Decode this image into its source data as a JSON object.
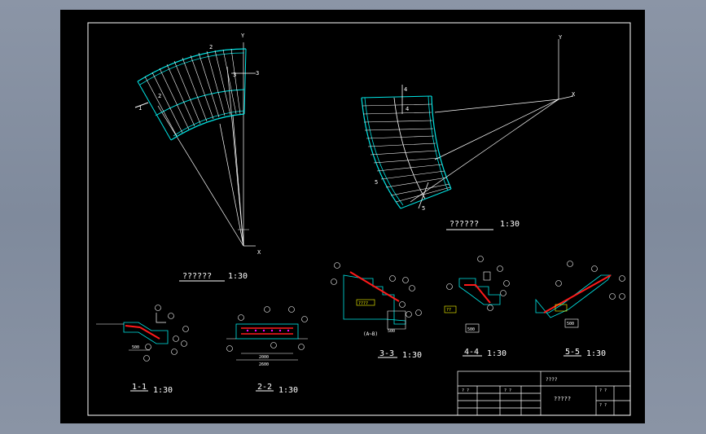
{
  "plan_a": {
    "title": "??????",
    "scale": "1:30",
    "axis_x": "X",
    "axis_y": "Y",
    "marks": [
      "1",
      "2",
      "3",
      "3",
      "2"
    ]
  },
  "plan_b": {
    "title": "??????",
    "scale": "1:30",
    "axis_x": "X",
    "axis_y": "Y",
    "marks": [
      "4",
      "4",
      "5",
      "5"
    ]
  },
  "sections": [
    {
      "id": "1-1",
      "scale": "1:30"
    },
    {
      "id": "2-2",
      "scale": "1:30"
    },
    {
      "id": "3-3",
      "scale": "1:30"
    },
    {
      "id": "4-4",
      "scale": "1:30"
    },
    {
      "id": "5-5",
      "scale": "1:30"
    }
  ],
  "section_notes": {
    "s33_note": "????",
    "s33_code": "(A~B)",
    "s44_note": "??",
    "dim_500": "500",
    "dim_2000": "2000",
    "dim_2600": "2600"
  },
  "title_block": {
    "center_text": "?????",
    "top_right": "????",
    "cells": [
      "? ?",
      "? ?",
      "? ?",
      "? ?"
    ]
  },
  "colors": {
    "cyan": "#00e5e5",
    "red": "#ff1a1a",
    "white": "#ffffff",
    "yellow": "#ffff00",
    "magenta": "#ff00ff"
  }
}
